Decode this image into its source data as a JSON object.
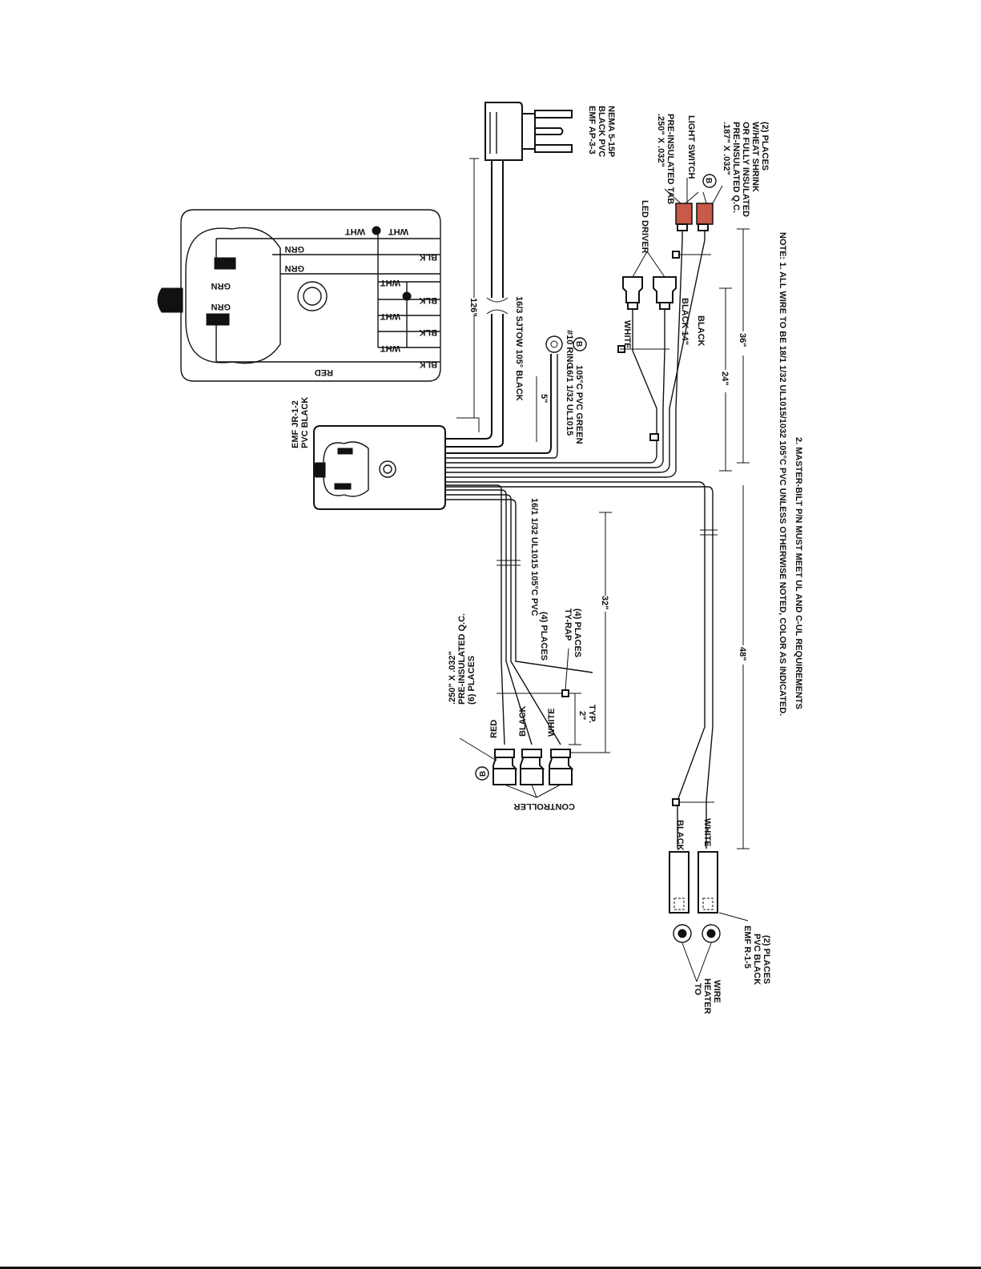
{
  "plug": {
    "labels": [
      "EMF AP-3-3",
      "BLACK PVC",
      "NEMA 5-15P"
    ]
  },
  "cord": {
    "labels": [
      "16/3 SJTOW 105° BLACK"
    ],
    "length": "126\""
  },
  "receptacle": {
    "labels": [
      "EMF JR-1-2",
      "PVC BLACK"
    ]
  },
  "schematic": {
    "wire_labels": [
      "WHT",
      "WHT",
      "GRN",
      "GRN",
      "GRN",
      "GRN",
      "WHT",
      "WHT",
      "WHT",
      "BLK",
      "BLK",
      "BLK",
      "BLK",
      "RED"
    ]
  },
  "ground": {
    "ring_label": "#10 RING",
    "wire_labels": [
      "16/1 1/32 UL1015",
      "105°C PVC GREEN"
    ],
    "length": "5\"",
    "marker": "B"
  },
  "light": {
    "tab_labels": [
      ".250\" X .032\"",
      "PRE-INSULATED TAB"
    ],
    "switch_label": "LIGHT SWITCH",
    "qc_labels": [
      ".187\" X .032\"",
      "PRE-INSULATED Q.C.",
      "OR FULLY INSULATED",
      "W/HEAT SHRINK",
      "(2) PLACES"
    ],
    "marker": "B",
    "driver_label": "LED DRIVER",
    "wire_white": "WHITE",
    "wire_black_14": "BLACK 14\"",
    "wire_black": "BLACK",
    "length_24": "24\"",
    "length_36": "36\""
  },
  "controller": {
    "qc_labels": [
      ".250\" X .032\"",
      "PRE-INSULATED Q.C.",
      "(6) PLACES"
    ],
    "marker": "B",
    "wire_red": "RED",
    "wire_black": "BLACK",
    "wire_white": "WHITE",
    "label": "CONTROLLER",
    "spec_labels": [
      "16/1 1/32 UL1015 105°C PVC",
      "(4) PLACES"
    ],
    "tyrap_labels": [
      "TY-RAP",
      "(4) PLACES"
    ],
    "spacing_labels": [
      "2\"",
      "TYP."
    ],
    "length": "32\""
  },
  "heater": {
    "wire_black": "BLACK",
    "wire_white": "WHITE",
    "length": "48\"",
    "connector_labels": [
      "EMF R-1-5",
      "PVC BLACK",
      "(2) PLACES"
    ],
    "to_labels": [
      "TO",
      "HEATER",
      "WIRE"
    ]
  },
  "notes": {
    "lines": [
      "NOTE:  1. ALL WIRE TO BE 18/1 1/32 UL1015/1032 105°C PVC UNLESS OTHERWISE NOTED, COLOR AS INDICATED.",
      "2. MASTER-BILT P/N MUST MEET UL AND C-UL REQUIREMENTS"
    ]
  },
  "colors": {
    "ink": "#111111",
    "terminal_fill": "#c85a4a",
    "paper": "#ffffff"
  }
}
